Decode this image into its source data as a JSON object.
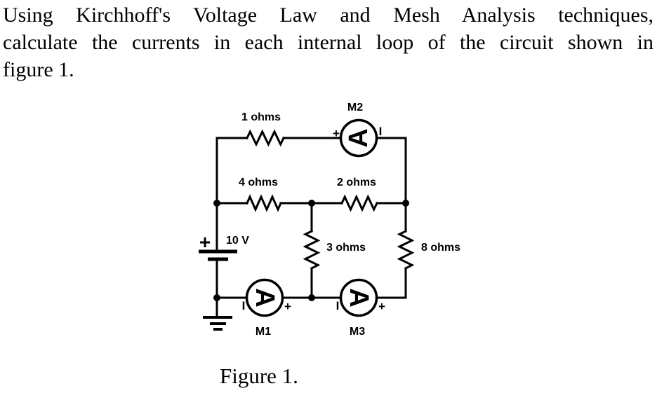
{
  "question": {
    "lines": [
      "Using Kirchhoff's Voltage Law and Mesh Analysis techniques,",
      "calculate the currents in each internal loop of the circuit shown in",
      "figure 1."
    ]
  },
  "figure": {
    "caption": "Figure 1."
  },
  "circuit": {
    "source": {
      "label": "10 V",
      "polarity": "+"
    },
    "resistors": {
      "r_top": "1 ohms",
      "r_mid_left": "4 ohms",
      "r_mid_right": "2 ohms",
      "r_center": "3 ohms",
      "r_right": "8 ohms"
    },
    "meters": {
      "m1": {
        "label": "M1",
        "glyph": "A",
        "terminal_left": "I",
        "terminal_right": "+"
      },
      "m2": {
        "label": "M2",
        "glyph": "A",
        "terminal_left": "+",
        "terminal_right": "I"
      },
      "m3": {
        "label": "M3",
        "glyph": "A",
        "terminal_left": "I",
        "terminal_right": "+"
      }
    },
    "colors": {
      "line": "#000000",
      "background": "#ffffff"
    }
  }
}
